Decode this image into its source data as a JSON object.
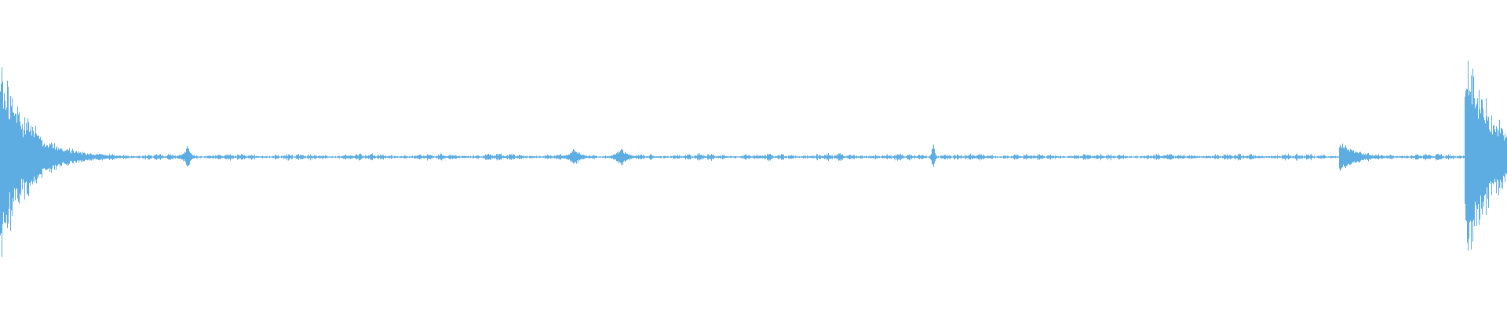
{
  "waveform": {
    "color": "#5dade2",
    "background": "#ffffff",
    "samples": 1920,
    "baseline_amplitude": 0.012,
    "bursts": [
      {
        "center": 0.0,
        "peak": 1.0,
        "decay": 0.018,
        "side": "right"
      },
      {
        "center": 0.022,
        "peak": 0.3,
        "decay": 0.006,
        "side": "both"
      },
      {
        "center": 0.036,
        "peak": 0.12,
        "decay": 0.006,
        "side": "both"
      },
      {
        "center": 0.124,
        "peak": 0.14,
        "decay": 0.002,
        "side": "both"
      },
      {
        "center": 0.381,
        "peak": 0.09,
        "decay": 0.004,
        "side": "both"
      },
      {
        "center": 0.412,
        "peak": 0.09,
        "decay": 0.004,
        "side": "both"
      },
      {
        "center": 0.619,
        "peak": 0.15,
        "decay": 0.001,
        "side": "both"
      },
      {
        "center": 0.89,
        "peak": 0.16,
        "decay": 0.01,
        "side": "right"
      },
      {
        "center": 0.973,
        "peak": 0.92,
        "decay": 0.022,
        "side": "right"
      },
      {
        "center": 0.996,
        "peak": 0.2,
        "decay": 0.006,
        "side": "both"
      }
    ]
  }
}
